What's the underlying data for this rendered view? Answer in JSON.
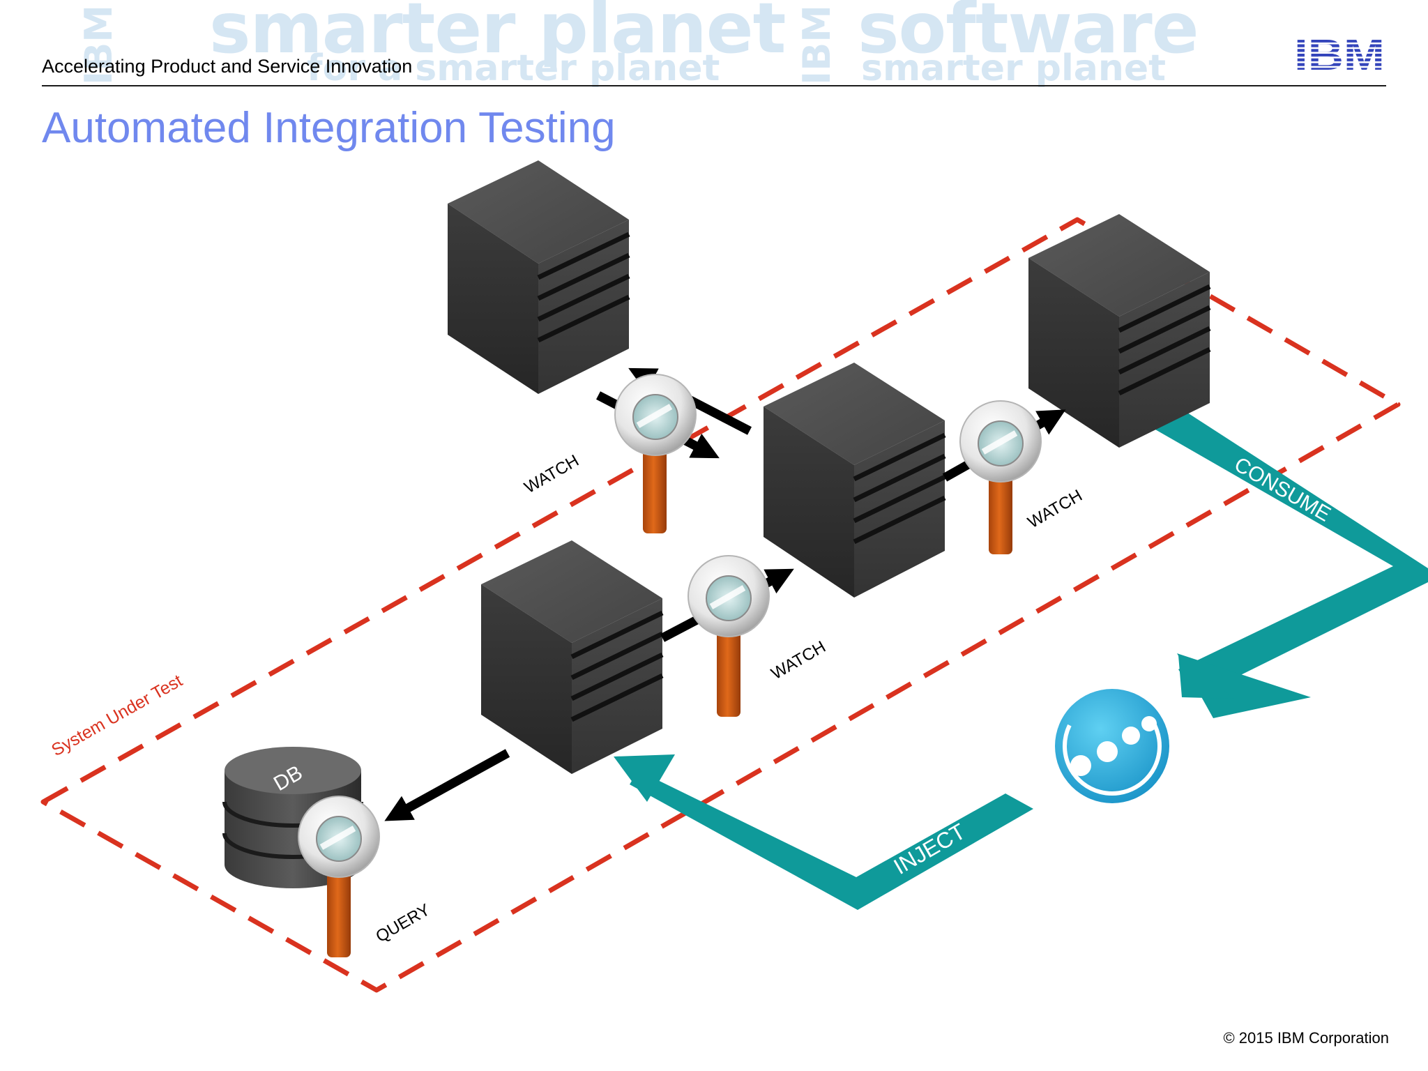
{
  "header": {
    "subtitle": "Accelerating Product and Service Innovation",
    "logo_text": "IBM",
    "background_words": [
      "smarter planet",
      "software",
      "smarter planet",
      "for a smarter planet",
      "IBM",
      "IBM"
    ]
  },
  "slide": {
    "title": "Automated Integration Testing"
  },
  "diagram": {
    "region_label": "System Under Test",
    "db_label": "DB",
    "labels": {
      "watch_1": "WATCH",
      "watch_2": "WATCH",
      "watch_3": "WATCH",
      "query": "QUERY",
      "consume": "CONSUME",
      "inject": "INJECT"
    }
  },
  "colors": {
    "title": "#7088ee",
    "boundary": "#d9321f",
    "flow_arrow": "#0f9a9a",
    "server": "#3a3a3a",
    "magnifier_handle": "#c2520f",
    "logo": "#3344bb"
  },
  "footer": {
    "copyright": "© 2015 IBM Corporation"
  }
}
